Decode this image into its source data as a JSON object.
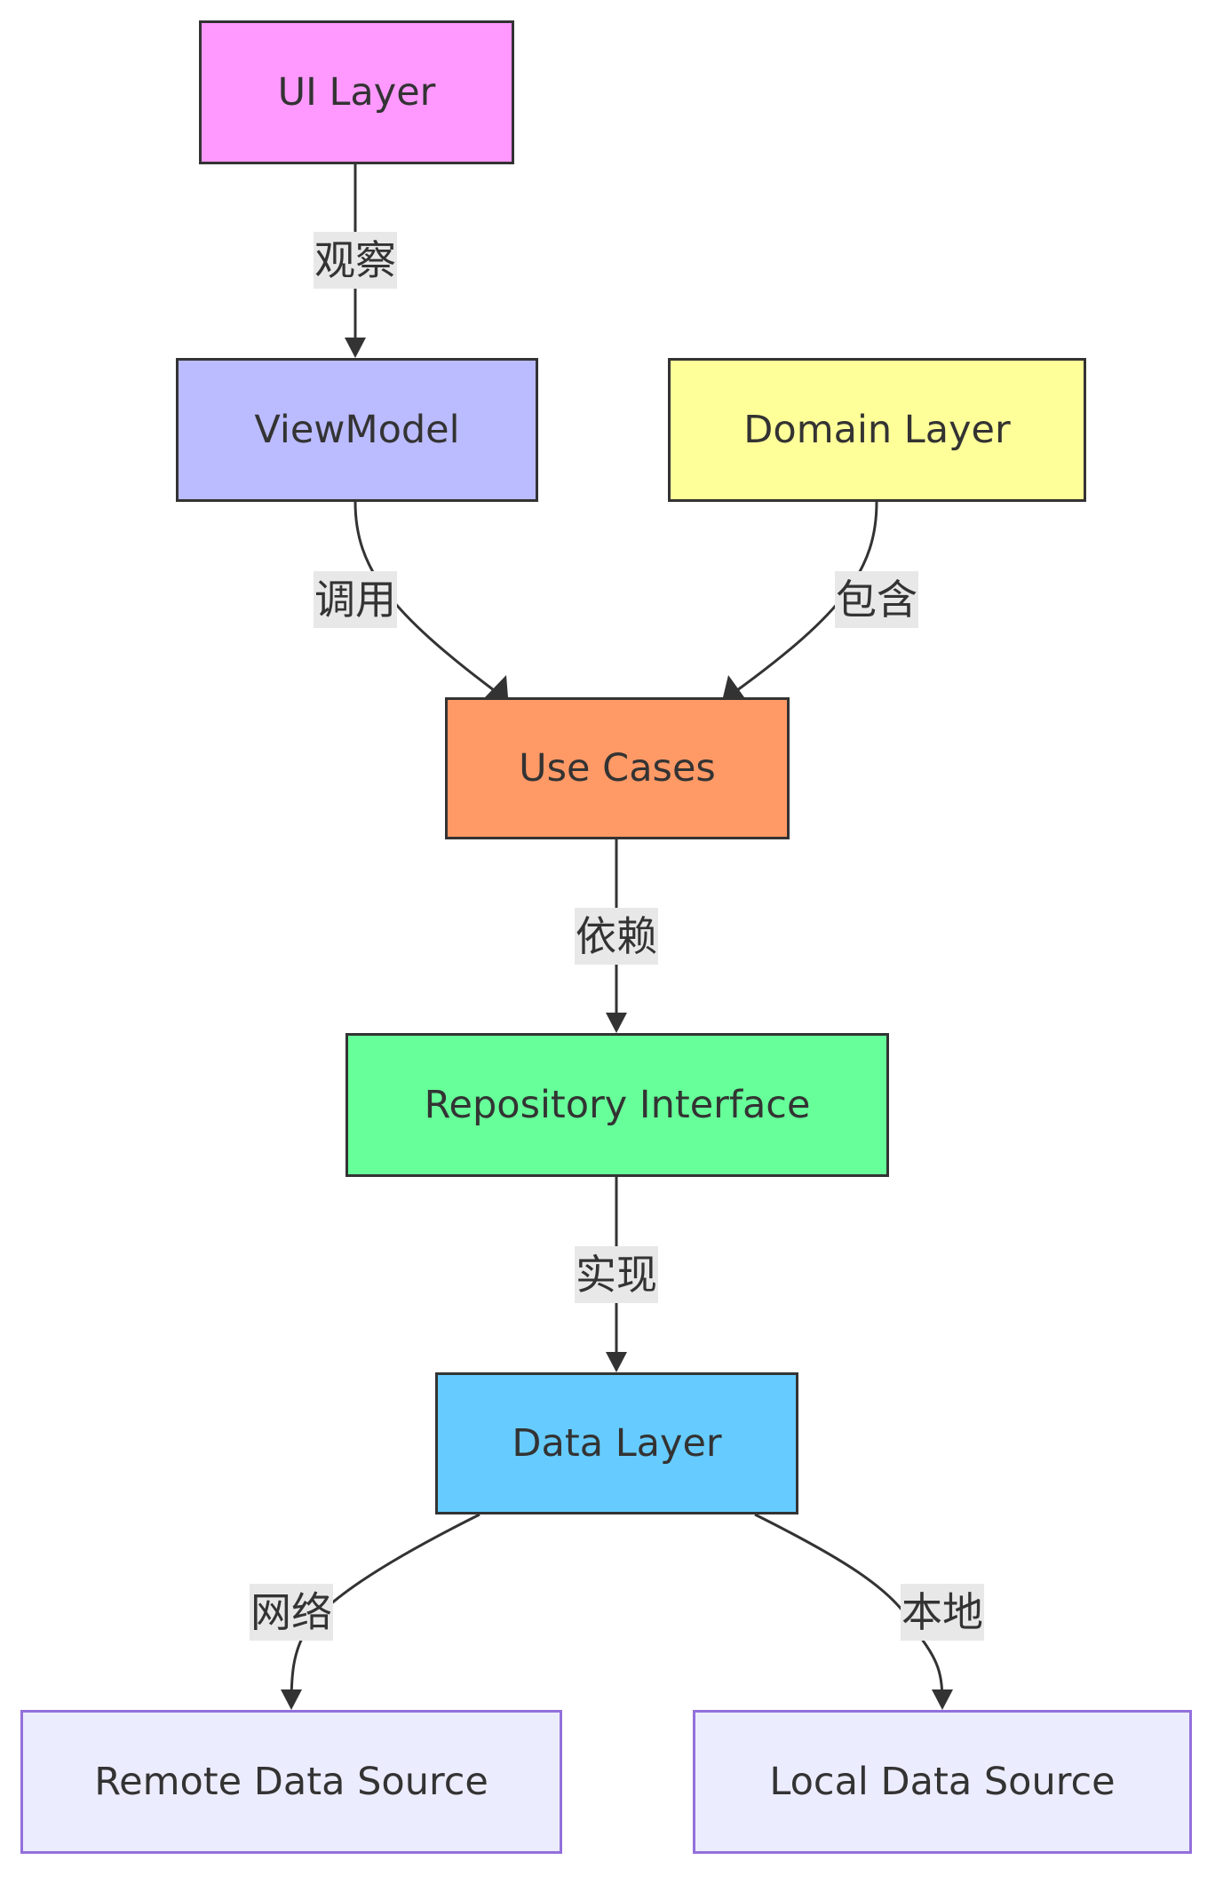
{
  "nodes": {
    "ui_layer": {
      "label": "UI Layer",
      "fill": "#ff99ff"
    },
    "viewmodel": {
      "label": "ViewModel",
      "fill": "#bbbbff"
    },
    "domain_layer": {
      "label": "Domain Layer",
      "fill": "#ffff99"
    },
    "use_cases": {
      "label": "Use Cases",
      "fill": "#ff9966"
    },
    "repository_interface": {
      "label": "Repository Interface",
      "fill": "#66ff99"
    },
    "data_layer": {
      "label": "Data Layer",
      "fill": "#66ccff"
    },
    "remote_data_source": {
      "label": "Remote Data Source",
      "fill": "#ececff"
    },
    "local_data_source": {
      "label": "Local Data Source",
      "fill": "#ececff"
    }
  },
  "edges": {
    "observe": {
      "from": "UI Layer",
      "to": "ViewModel",
      "label": "观察"
    },
    "call": {
      "from": "ViewModel",
      "to": "Use Cases",
      "label": "调用"
    },
    "contain": {
      "from": "Domain Layer",
      "to": "Use Cases",
      "label": "包含"
    },
    "depend": {
      "from": "Use Cases",
      "to": "Repository Interface",
      "label": "依赖"
    },
    "implement": {
      "from": "Repository Interface",
      "to": "Data Layer",
      "label": "实现"
    },
    "network": {
      "from": "Data Layer",
      "to": "Remote Data Source",
      "label": "网络"
    },
    "local": {
      "from": "Data Layer",
      "to": "Local Data Source",
      "label": "本地"
    }
  },
  "colors": {
    "edge": "#333333",
    "label_background": "#e8e8e8",
    "node_border": "#333333",
    "default_node_border": "#9370DB"
  }
}
